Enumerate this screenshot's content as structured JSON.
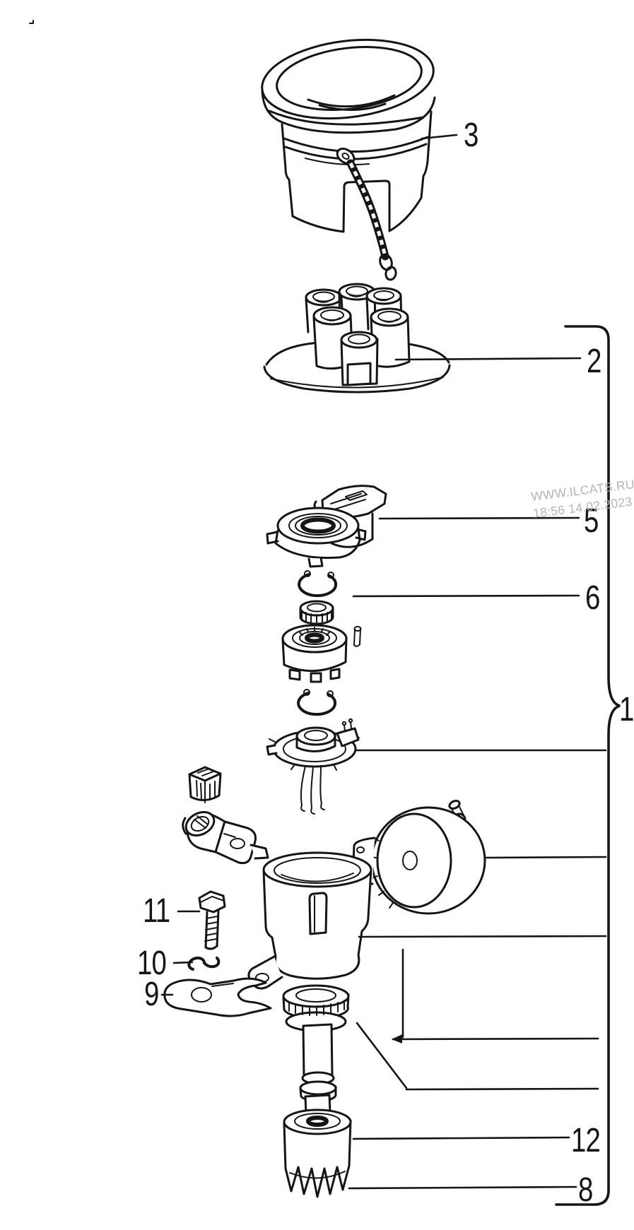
{
  "diagram": {
    "callouts": {
      "n1": "1",
      "n2": "2",
      "n3": "3",
      "n5": "5",
      "n6": "6",
      "n8": "8",
      "n9": "9",
      "n10": "10",
      "n11": "11",
      "n12": "12"
    },
    "watermark": {
      "site": "WWW.ILCATS.RU",
      "timestamp": "18:56 14.02.2023"
    },
    "colors": {
      "ink": "#151515",
      "paper": "#ffffff",
      "watermark": "#b5b5b5"
    }
  }
}
